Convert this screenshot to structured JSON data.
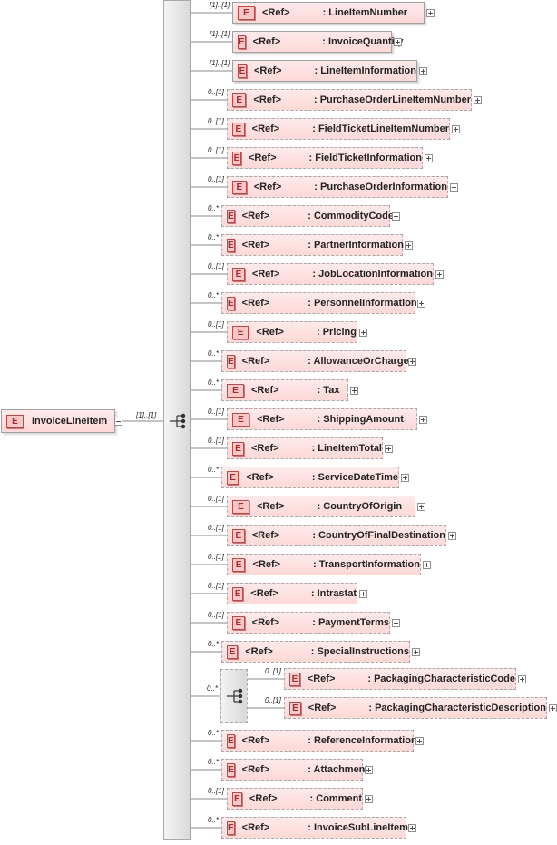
{
  "root": {
    "name": "InvoiceLineItem",
    "cardinality": "[1]..[1]"
  },
  "ref_label": "<Ref>",
  "badge_label": "E",
  "children": [
    {
      "card": "[1]..[1]",
      "name": ": LineItemNumber",
      "optional": false
    },
    {
      "card": "[1]..[1]",
      "name": ": InvoiceQuantity",
      "optional": false
    },
    {
      "card": "[1]..[1]",
      "name": ": LineItemInformation",
      "optional": false
    },
    {
      "card": "0..[1]",
      "name": ": PurchaseOrderLineItemNumber",
      "optional": true
    },
    {
      "card": "0..[1]",
      "name": ": FieldTicketLineItemNumber",
      "optional": true
    },
    {
      "card": "0..[1]",
      "name": ": FieldTicketInformation",
      "optional": true
    },
    {
      "card": "0..[1]",
      "name": ": PurchaseOrderInformation",
      "optional": true
    },
    {
      "card": "0..*",
      "name": ": CommodityCode",
      "optional": true
    },
    {
      "card": "0..*",
      "name": ": PartnerInformation",
      "optional": true
    },
    {
      "card": "0..[1]",
      "name": ": JobLocationInformation",
      "optional": true
    },
    {
      "card": "0..*",
      "name": ": PersonnelInformation",
      "optional": true
    },
    {
      "card": "0..[1]",
      "name": ": Pricing",
      "optional": true
    },
    {
      "card": "0..*",
      "name": ": AllowanceOrCharge",
      "optional": true
    },
    {
      "card": "0..*",
      "name": ": Tax",
      "optional": true
    },
    {
      "card": "0..[1]",
      "name": ": ShippingAmount",
      "optional": true
    },
    {
      "card": "0..[1]",
      "name": ": LineItemTotal",
      "optional": true
    },
    {
      "card": "0..*",
      "name": ": ServiceDateTime",
      "optional": true
    },
    {
      "card": "0..[1]",
      "name": ": CountryOfOrigin",
      "optional": true
    },
    {
      "card": "0..[1]",
      "name": ": CountryOfFinalDestination",
      "optional": true
    },
    {
      "card": "0..[1]",
      "name": ": TransportInformation",
      "optional": true
    },
    {
      "card": "0..[1]",
      "name": ": Intrastat",
      "optional": true
    },
    {
      "card": "0..[1]",
      "name": ": PaymentTerms",
      "optional": true
    },
    {
      "card": "0..*",
      "name": ": SpecialInstructions",
      "optional": true
    },
    {
      "card": "0..*",
      "group": true,
      "items": [
        {
          "card": "0..[1]",
          "name": ": PackagingCharacteristicCode",
          "optional": true
        },
        {
          "card": "0..[1]",
          "name": ": PackagingCharacteristicDescription",
          "optional": true
        }
      ]
    },
    {
      "card": "0..*",
      "name": ": ReferenceInformation",
      "optional": true
    },
    {
      "card": "0..*",
      "name": ": Attachment",
      "optional": true
    },
    {
      "card": "0..[1]",
      "name": ": Comment",
      "optional": true
    },
    {
      "card": "0..*",
      "name": ": InvoiceSubLineItem",
      "optional": true
    }
  ]
}
